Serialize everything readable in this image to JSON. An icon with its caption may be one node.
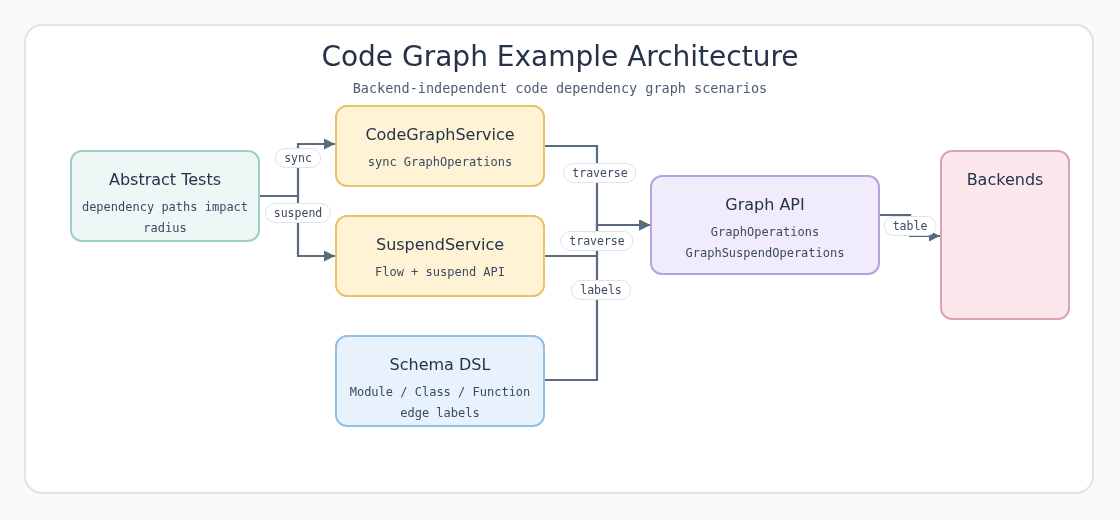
{
  "diagram": {
    "title": "Code Graph Example Architecture",
    "caption": "Backend-independent code dependency graph scenarios",
    "nodes": [
      {
        "text": [
          "Abstract Tests",
          "dependency paths impact radius"
        ]
      },
      {
        "text": [
          "CodeGraphService",
          "sync GraphOperations"
        ]
      },
      {
        "text": [
          "SuspendService",
          "Flow + suspend API"
        ]
      },
      {
        "text": [
          "Schema DSL",
          "Module / Class / Function edge labels"
        ]
      },
      {
        "text": [
          "Graph API",
          "GraphOperations GraphSuspendOperations"
        ]
      },
      {
        "text": [
          "Backends"
        ]
      }
    ],
    "edges": [
      {
        "from": 0,
        "to": 1,
        "arrow": "to",
        "label": "sync"
      },
      {
        "from": 0,
        "to": 2,
        "arrow": "to",
        "label": "suspend"
      },
      {
        "from": 1,
        "to": 4,
        "arrow": "to",
        "label": "traverse"
      },
      {
        "from": 2,
        "to": 4,
        "arrow": "to",
        "label": "traverse"
      },
      {
        "from": 3,
        "to": 4,
        "arrow": "to",
        "label": "labels"
      },
      {
        "from": 4,
        "to": 5,
        "arrow": "to",
        "label": "table"
      }
    ]
  }
}
